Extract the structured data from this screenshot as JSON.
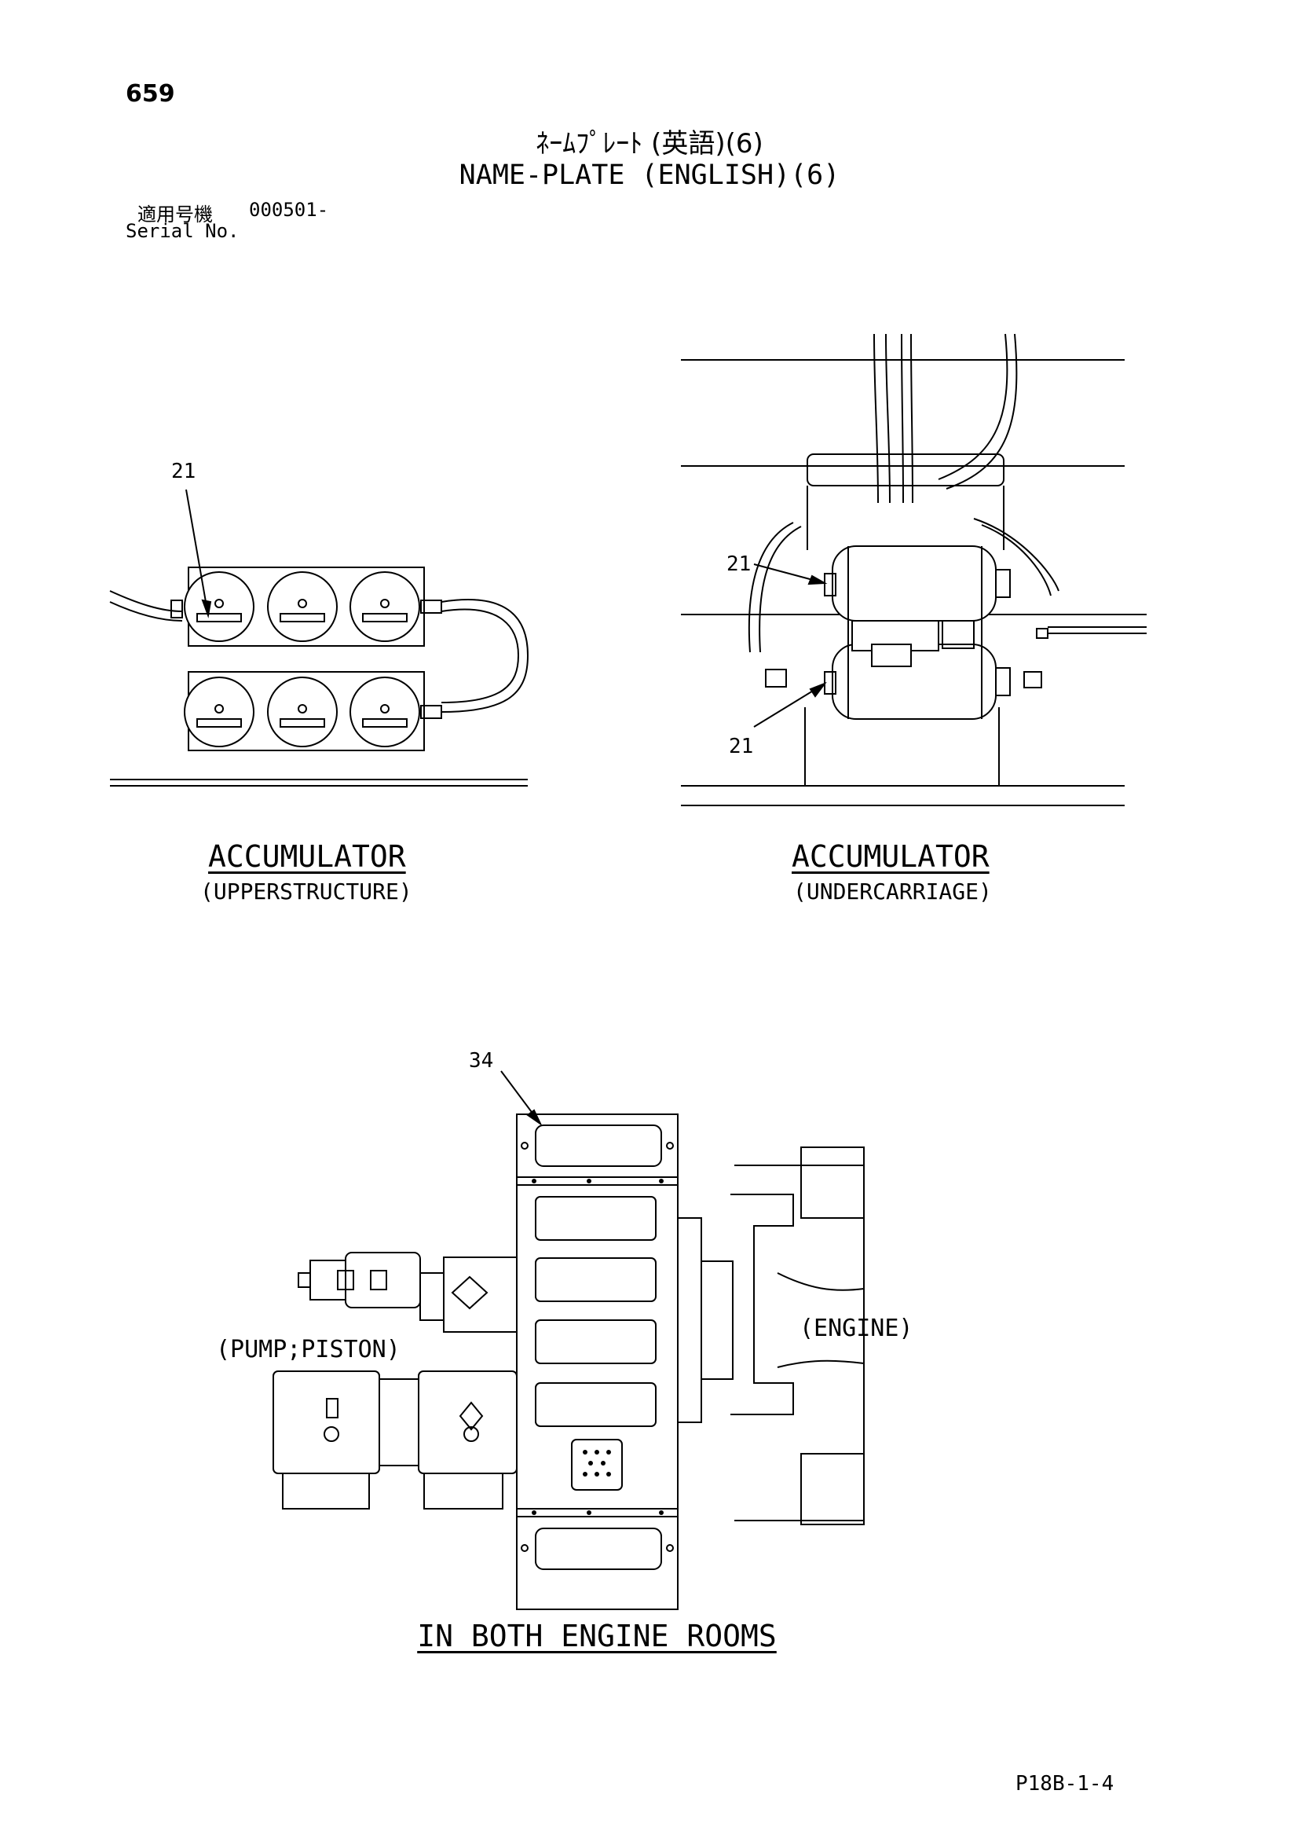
{
  "header": {
    "page_number": "659",
    "title_jp": "ﾈｰﾑﾌﾟﾚｰﾄ (英語)(6)",
    "title_en": "NAME-PLATE (ENGLISH)(6)",
    "serial_label_jp": "適用号機",
    "serial_value": "000501-",
    "serial_label_en": "Serial No."
  },
  "figures": {
    "accumulator_upper": {
      "title": "ACCUMULATOR",
      "subtitle": "(UPPERSTRUCTURE)",
      "callout": "21"
    },
    "accumulator_under": {
      "title": "ACCUMULATOR",
      "subtitle": "(UNDERCARRIAGE)",
      "callouts": [
        "21",
        "21"
      ]
    },
    "engine_rooms": {
      "title": "IN BOTH ENGINE ROOMS",
      "callout": "34",
      "label_engine": "(ENGINE)",
      "label_pump": "(PUMP;PISTON)"
    }
  },
  "footer": {
    "doc_code": "P18B-1-4"
  }
}
